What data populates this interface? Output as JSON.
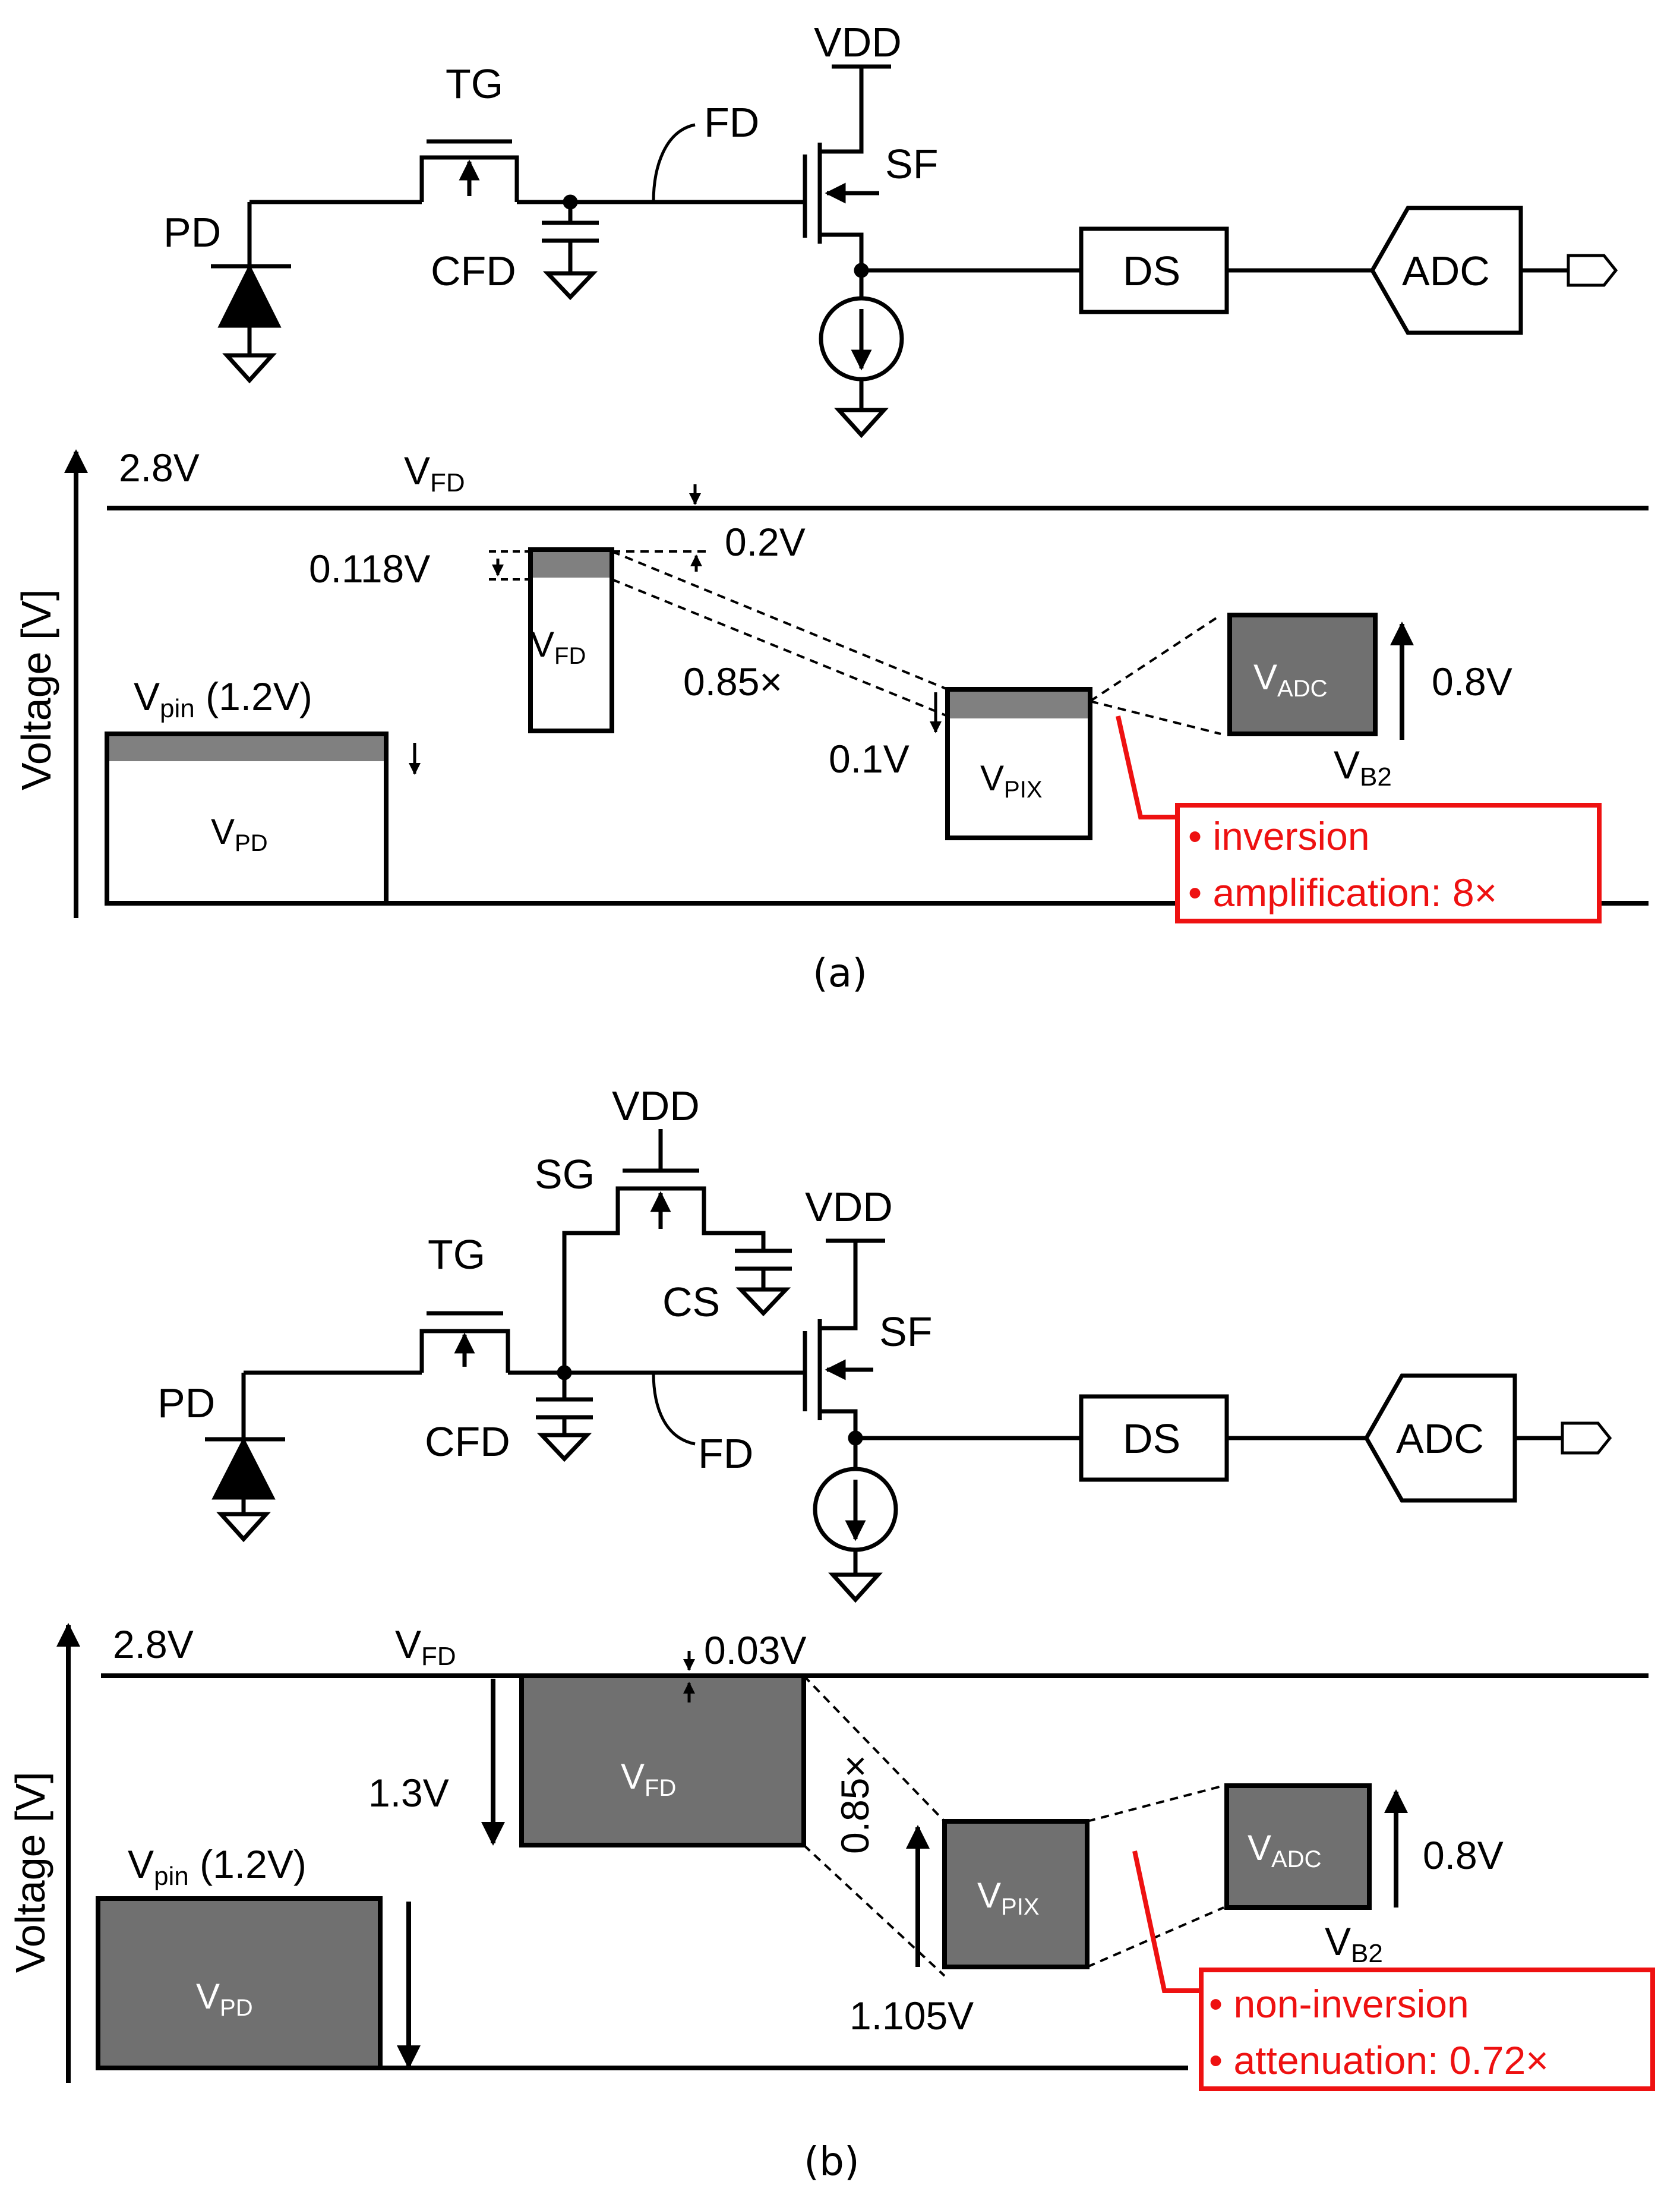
{
  "panel_a": {
    "circuit": {
      "tg": "TG",
      "fd": "FD",
      "vdd": "VDD",
      "sf": "SF",
      "pd": "PD",
      "cfd": "CFD",
      "ds": "DS",
      "adc": "ADC"
    },
    "diagram": {
      "axis_label": "Voltage [V]",
      "top_level": "2.8V",
      "vfd_top_base": "V",
      "vfd_top_sub": "FD",
      "v0118": "0.118V",
      "v02": "0.2V",
      "vfd_box_base": "V",
      "vfd_box_sub": "FD",
      "gain_sf": "0.85×",
      "vpin_base": "V",
      "vpin_sub": "pin",
      "vpin_val": " (1.2V)",
      "vpd_base": "V",
      "vpd_sub": "PD",
      "v01": "0.1V",
      "vpix_base": "V",
      "vpix_sub": "PIX",
      "vadc_base": "V",
      "vadc_sub": "ADC",
      "v08": "0.8V",
      "vb2_base": "V",
      "vb2_sub": "B2",
      "note1": "• inversion",
      "note2": "• amplification: 8×"
    },
    "caption": "(a)"
  },
  "panel_b": {
    "circuit": {
      "vdd_sg": "VDD",
      "sg": "SG",
      "cs": "CS",
      "vdd": "VDD",
      "tg": "TG",
      "sf": "SF",
      "pd": "PD",
      "cfd": "CFD",
      "fd": "FD",
      "ds": "DS",
      "adc": "ADC"
    },
    "diagram": {
      "axis_label": "Voltage [V]",
      "top_level": "2.8V",
      "vfd_top_base": "V",
      "vfd_top_sub": "FD",
      "v003": "0.03V",
      "v13": "1.3V",
      "vfd_box_base": "V",
      "vfd_box_sub": "FD",
      "gain_sf": "0.85×",
      "vpin_base": "V",
      "vpin_sub": "pin",
      "vpin_val": " (1.2V)",
      "vpd_base": "V",
      "vpd_sub": "PD",
      "vpix_base": "V",
      "vpix_sub": "PIX",
      "v1105": "1.105V",
      "vadc_base": "V",
      "vadc_sub": "ADC",
      "v08": "0.8V",
      "vb2_base": "V",
      "vb2_sub": "B2",
      "note1": "• non-inversion",
      "note2": "• attenuation: 0.72×"
    },
    "caption": "(b)"
  },
  "colors": {
    "ink": "#000000",
    "box_fill": "#707070",
    "band_fill": "#808080",
    "highlight_red": "#ee1111",
    "box_text_light": "#ffffff"
  }
}
